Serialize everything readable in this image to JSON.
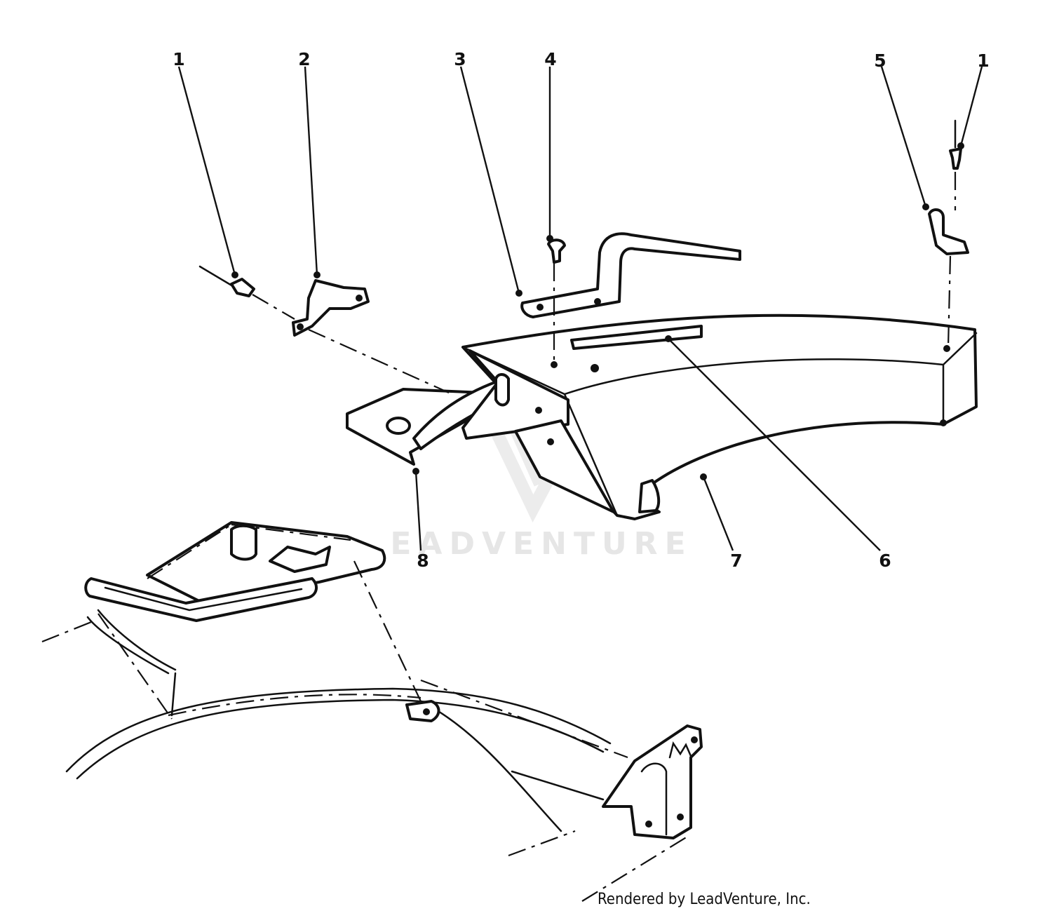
{
  "callouts": [
    {
      "id": "c1a",
      "label": "1"
    },
    {
      "id": "c2",
      "label": "2"
    },
    {
      "id": "c3",
      "label": "3"
    },
    {
      "id": "c4",
      "label": "4"
    },
    {
      "id": "c5",
      "label": "5"
    },
    {
      "id": "c1b",
      "label": "1"
    },
    {
      "id": "c6",
      "label": "6"
    },
    {
      "id": "c7",
      "label": "7"
    },
    {
      "id": "c8",
      "label": "8"
    }
  ],
  "watermark": "EADVENTURE",
  "footer": "Rendered by LeadVenture, Inc."
}
